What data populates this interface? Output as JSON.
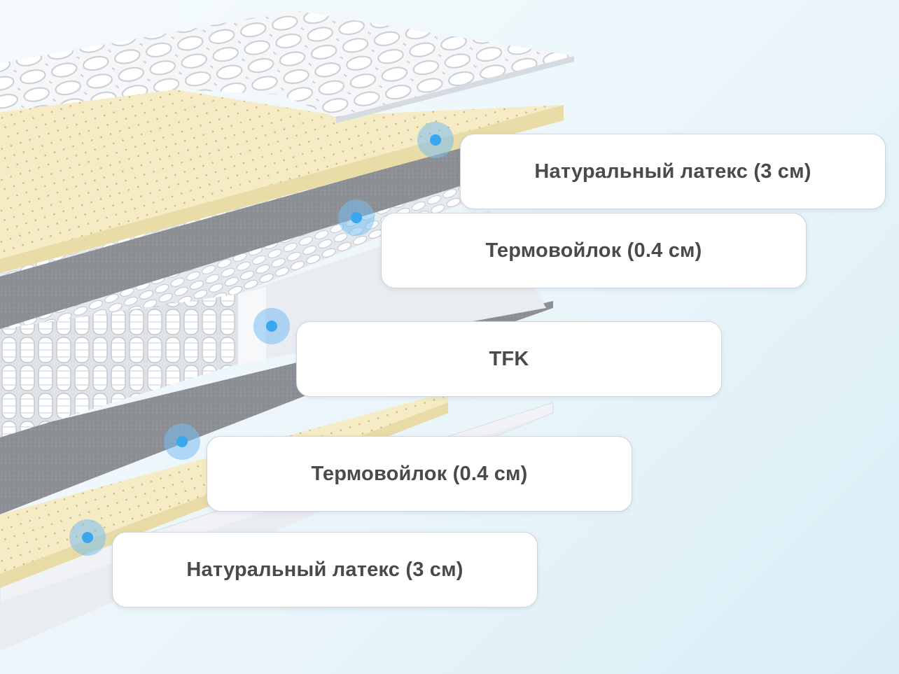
{
  "layers": [
    {
      "label": "Натуральный латекс (3 см)"
    },
    {
      "label": "Термовойлок (0.4 см)"
    },
    {
      "label": "TFK"
    },
    {
      "label": "Термовойлок (0.4 см)"
    },
    {
      "label": "Натуральный латекс (3 см)"
    }
  ],
  "colors": {
    "cover": "#f2f4f6",
    "latex": "#f3e8bd",
    "felt": "#8a8d92",
    "springs": "#eef0f3",
    "marker": "#3aa6ee"
  },
  "icons": {
    "marker": "hotspot-dot-icon"
  }
}
